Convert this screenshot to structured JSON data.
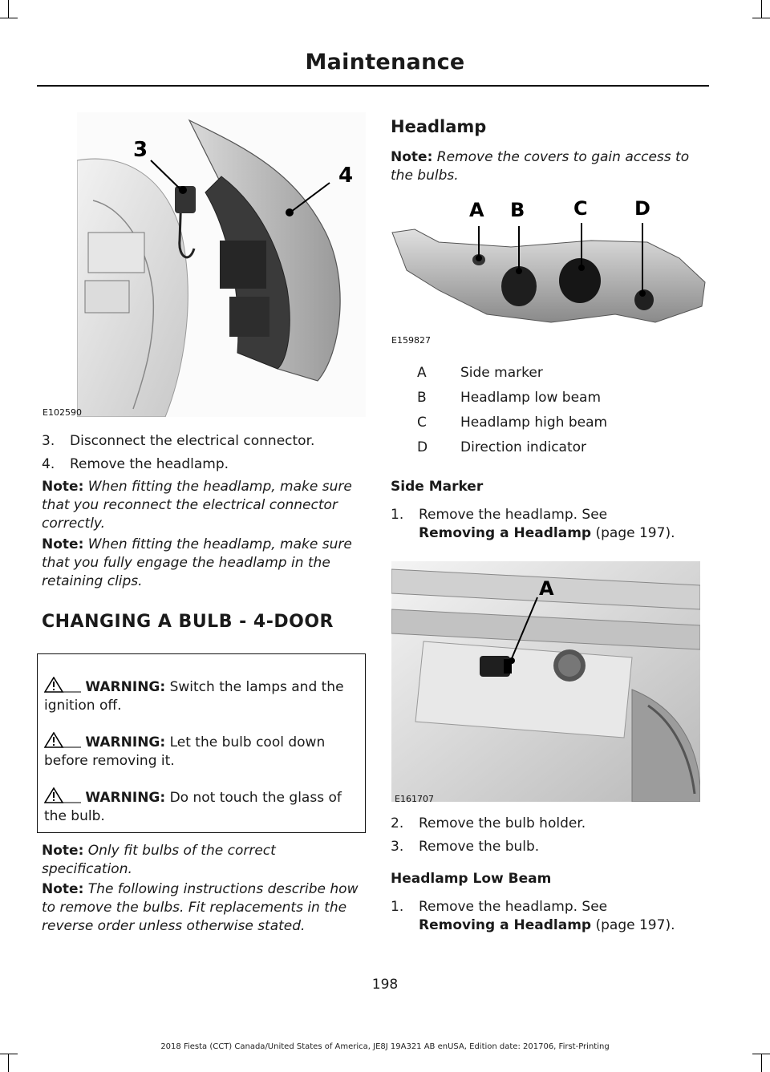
{
  "header": {
    "title": "Maintenance"
  },
  "figures": {
    "fig1": {
      "code": "E102590",
      "labels": [
        "3",
        "4"
      ]
    },
    "fig2": {
      "code": "E159827",
      "labels": [
        "A",
        "B",
        "C",
        "D"
      ]
    },
    "fig3": {
      "code": "E161707",
      "labels": [
        "A"
      ]
    }
  },
  "left": {
    "steps": [
      {
        "num": "3.",
        "text": "Disconnect the electrical connector."
      },
      {
        "num": "4.",
        "text": "Remove the headlamp."
      }
    ],
    "note1": {
      "label": "Note:",
      "text": "When fitting the headlamp, make sure that you reconnect the electrical connector correctly."
    },
    "note2": {
      "label": "Note:",
      "text": "When fitting the headlamp, make sure that you fully engage the headlamp in the retaining clips."
    },
    "section_title": "CHANGING A BULB - 4-DOOR",
    "warnings": [
      {
        "label": "WARNING:",
        "text": "Switch the lamps and the ignition off."
      },
      {
        "label": "WARNING:",
        "text": "Let the bulb cool down before removing it."
      },
      {
        "label": "WARNING:",
        "text": "Do not touch the glass of the bulb."
      }
    ],
    "note3": {
      "label": "Note:",
      "text": "Only fit bulbs of the correct specification."
    },
    "note4": {
      "label": "Note:",
      "text": "The following instructions describe how to remove the bulbs. Fit replacements in the reverse order unless otherwise stated."
    }
  },
  "right": {
    "title": "Headlamp",
    "note": {
      "label": "Note:",
      "text": "Remove the covers to gain access to the bulbs."
    },
    "legend": [
      {
        "key": "A",
        "value": "Side marker"
      },
      {
        "key": "B",
        "value": "Headlamp low beam"
      },
      {
        "key": "C",
        "value": "Headlamp high beam"
      },
      {
        "key": "D",
        "value": "Direction indicator"
      }
    ],
    "side_marker": {
      "title": "Side Marker",
      "step1": {
        "num": "1.",
        "text": "Remove the headlamp.  See",
        "link": "Removing a Headlamp",
        "page": "(page 197)."
      },
      "step2": {
        "num": "2.",
        "text": "Remove the bulb holder."
      },
      "step3": {
        "num": "3.",
        "text": "Remove the bulb."
      }
    },
    "low_beam": {
      "title": "Headlamp Low Beam",
      "step1": {
        "num": "1.",
        "text": "Remove the headlamp.  See",
        "link": "Removing a Headlamp",
        "page": "(page 197)."
      }
    }
  },
  "footer": {
    "page_number": "198",
    "edition": "2018 Fiesta (CCT) Canada/United States of America, JE8J 19A321 AB enUSA, Edition date: 201706, First-Printing"
  }
}
